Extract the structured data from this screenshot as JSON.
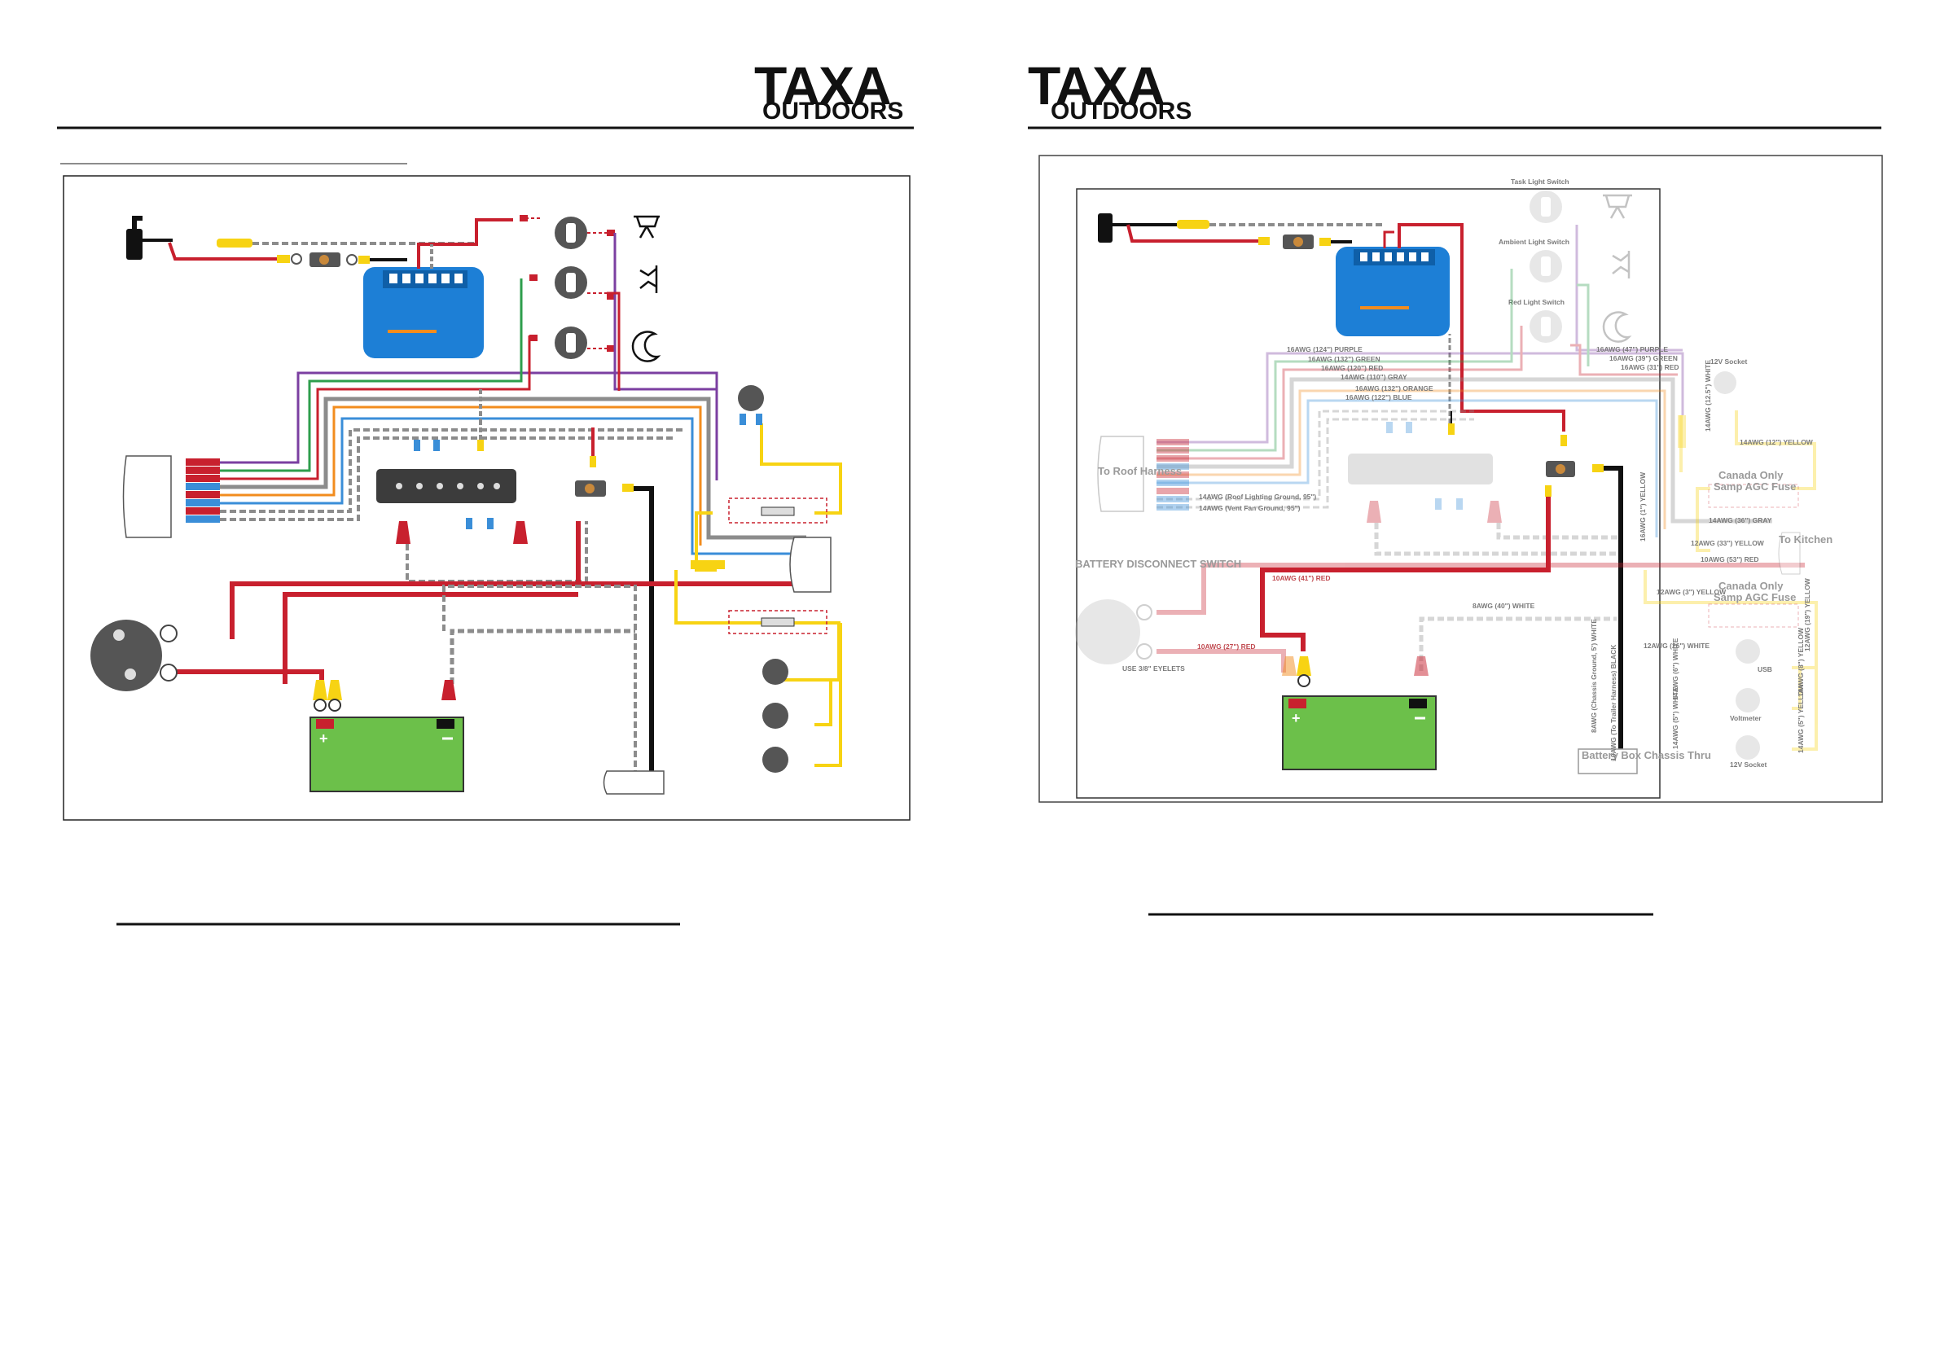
{
  "brand": {
    "logo_top": "TAXA",
    "logo_bottom": "OUTDOORS"
  },
  "right_page": {
    "switches": {
      "task": "Task Light Switch",
      "ambient": "Ambient Light Switch",
      "red": "Red Light Switch"
    },
    "roof_harness": "To Roof Harness",
    "kitchen": "To Kitchen",
    "battery_disconnect": "BATTERY DISCONNECT SWITCH",
    "battery_box": "Battery Box Chassis Thru",
    "canada_fuse_1": {
      "line1": "Canada Only",
      "line2": "Samp AGC Fuse"
    },
    "canada_fuse_2": {
      "line1": "Canada Only",
      "line2": "Samp AGC Fuse"
    },
    "socket_12v_top": "12V Socket",
    "usb": "USB",
    "voltmeter": "Voltmeter",
    "socket_12v_bottom": "12V Socket",
    "use_eyelets": "USE 3/8\" EYELETS",
    "wire_labels": {
      "purple": "16AWG (124\") PURPLE",
      "green": "16AWG (132\") GREEN",
      "red": "16AWG (120\") RED",
      "gray": "14AWG (110\") GRAY",
      "orange": "16AWG (132\") ORANGE",
      "blue": "16AWG (122\") BLUE",
      "sw_purple": "16AWG (47\") PURPLE",
      "sw_green": "16AWG (39\") GREEN",
      "sw_red": "16AWG (31\") RED",
      "roof_ground": "14AWG (Roof Lighting Ground, 95\")",
      "vent_ground": "14AWG (Vent Fan Ground, 95\")",
      "main_red": "10AWG (41\") RED",
      "main_white": "8AWG (40\") WHITE",
      "disc_red": "10AWG (27\") RED",
      "white_vert": "14AWG (12.5\") WHITE",
      "yellow_12v": "14AWG (12\") YELLOW",
      "gray_36": "14AWG (36\") GRAY",
      "yellow_33": "12AWG (33\") YELLOW",
      "red_53": "10AWG (53\") RED",
      "yellow_3": "12AWG (3\") YELLOW",
      "white_26": "12AWG (26\") WHITE",
      "yellow_19": "12AWG (19\") YELLOW",
      "yellow_vert_8": "14AWG (8\") YELLOW",
      "white_vert_5": "14AWG (5\") WHITE",
      "yellow_vert_5": "14AWG (5\") YELLOW",
      "white_6": "14AWG (6\") WHITE",
      "yellow_mid": "16AWG (1\") YELLOW",
      "chassis_white": "8AWG (Chassis Ground, 5') WHITE",
      "chassis_black": "10AWG (To Trailer Harness) BLACK"
    }
  },
  "colors": {
    "red": "#c8202e",
    "purple": "#7b3fa1",
    "green": "#2e9e4c",
    "orange": "#f28c1e",
    "blue": "#3a8ed8",
    "gray": "#8c8c8c",
    "yellow": "#f7d313",
    "black": "#111111",
    "battery": "#6cc04a",
    "charger": "#1d7fd6"
  }
}
